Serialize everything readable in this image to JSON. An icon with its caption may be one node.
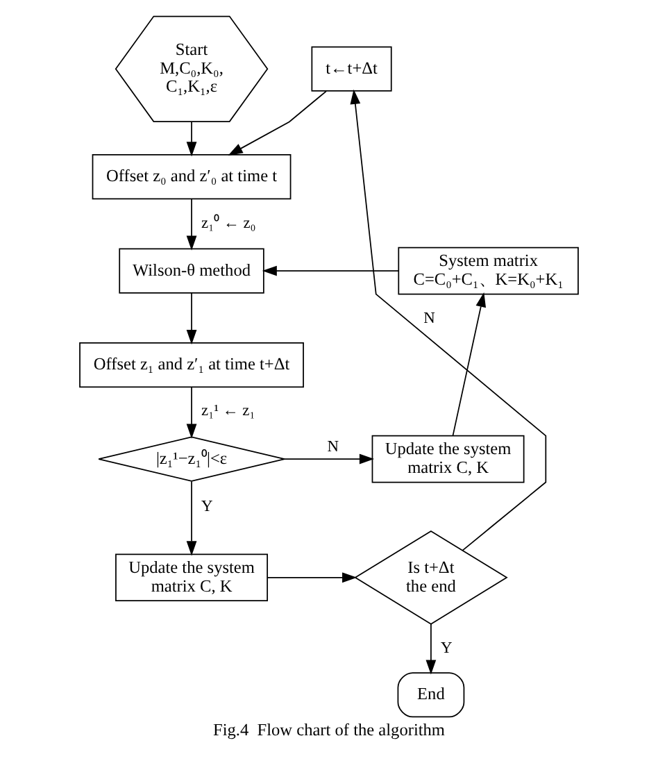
{
  "diagram": {
    "caption": "Fig.4  Flow chart of the algorithm",
    "nodes": [
      {
        "text": [
          "Start",
          "M,C₀,K₀, C₁,K₁,ε"
        ]
      },
      {
        "text": [
          "Offset z₀ and z′₀ at time t"
        ]
      },
      {
        "text": [
          "Wilson-θ method"
        ]
      },
      {
        "text": [
          "System matrix",
          "C=C₀+C₁、K=K₀+K₁"
        ]
      },
      {
        "text": [
          "Offset z₁ and z′₁ at time t+Δt"
        ]
      },
      {
        "text": [
          "|z₁¹−z₁⁰|<ε"
        ]
      },
      {
        "text": [
          "Update the system matrix C, K"
        ]
      },
      {
        "text": [
          "Update the system matrix C, K"
        ]
      },
      {
        "text": [
          "t←t+Δt"
        ]
      },
      {
        "text": [
          "Is t+Δt the end"
        ]
      },
      {
        "text": [
          "End"
        ]
      }
    ],
    "edges": [
      {
        "from": 0,
        "to": 1,
        "arrow": "to"
      },
      {
        "from": 1,
        "to": 2,
        "arrow": "to",
        "label": "z₁⁰ ← z₀"
      },
      {
        "from": 3,
        "to": 2,
        "arrow": "to"
      },
      {
        "from": 2,
        "to": 4,
        "arrow": "to"
      },
      {
        "from": 4,
        "to": 5,
        "arrow": "to",
        "label": "z₁¹ ← z₁"
      },
      {
        "from": 5,
        "to": 6,
        "arrow": "to",
        "label": "N"
      },
      {
        "from": 6,
        "to": 3,
        "arrow": "to"
      },
      {
        "from": 5,
        "to": 7,
        "arrow": "to",
        "label": "Y"
      },
      {
        "from": 7,
        "to": 9,
        "arrow": "to"
      },
      {
        "from": 9,
        "to": 8,
        "arrow": "to",
        "label": "N"
      },
      {
        "from": 8,
        "to": 1,
        "arrow": "to"
      },
      {
        "from": 9,
        "to": 10,
        "arrow": "to",
        "label": "Y"
      }
    ]
  }
}
